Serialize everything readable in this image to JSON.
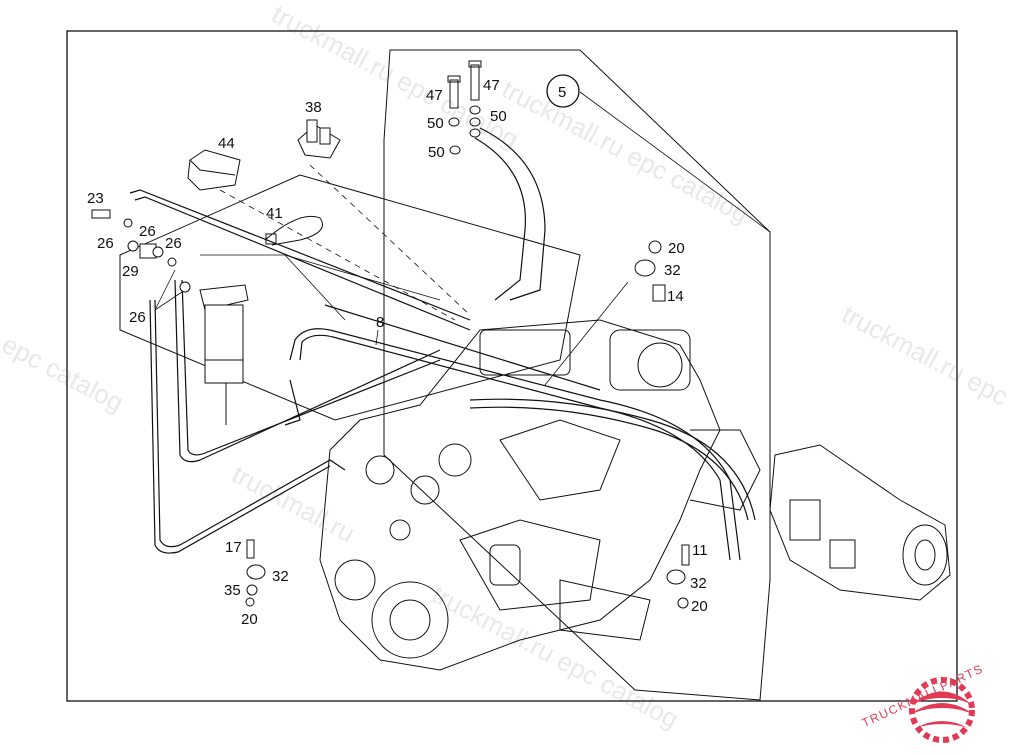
{
  "diagram": {
    "callouts": {
      "c47a": "47",
      "c47b": "47",
      "c50a": "50",
      "c50b": "50",
      "c50c": "50",
      "c5": "5",
      "c38": "38",
      "c44": "44",
      "c23": "23",
      "c26a": "26",
      "c26b": "26",
      "c26c": "26",
      "c29": "29",
      "c26d": "26",
      "c41": "41",
      "c8": "8",
      "c20a": "20",
      "c32a": "32",
      "c14": "14",
      "c17": "17",
      "c32b": "32",
      "c35": "35",
      "c20b": "20",
      "c11": "11",
      "c32c": "32",
      "c20c": "20"
    },
    "watermarks": {
      "w1": "truckmall.ru epc catalog",
      "w2": "truckmall.ru epc catalog",
      "w3": "truckmall.ru epc",
      "w4": "epc catalog",
      "w5": "truckmall.ru",
      "w6": "truckmall.ru epc catalog"
    },
    "logo": {
      "text": "TRUCKMALLPARTS",
      "color": "#e23a55"
    },
    "colors": {
      "ink": "#111111",
      "watermark": "#d6d6d6",
      "background": "#ffffff"
    }
  }
}
